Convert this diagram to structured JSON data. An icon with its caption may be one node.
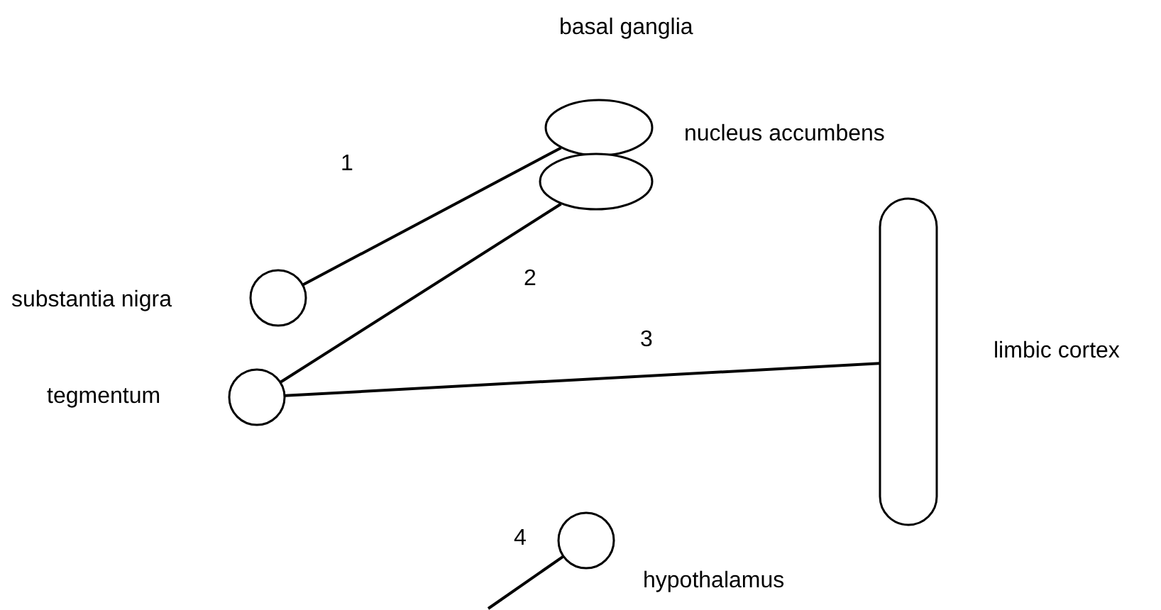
{
  "diagram": {
    "nodes": [
      {
        "text": [],
        "shape": "ellipse",
        "beside": [
          "basal ganglia"
        ]
      },
      {
        "text": [],
        "shape": "ellipse",
        "beside": [
          "nucleus accumbens"
        ]
      },
      {
        "text": [],
        "shape": "circle",
        "beside": [
          "substantia nigra"
        ]
      },
      {
        "text": [],
        "shape": "circle",
        "beside": [
          "tegmentum"
        ]
      },
      {
        "text": [],
        "shape": "pill",
        "beside": [
          "limbic cortex"
        ]
      },
      {
        "text": [],
        "shape": "circle",
        "beside": [
          "hypothalamus"
        ]
      }
    ],
    "edges": [
      {
        "from": 2,
        "to": 0,
        "arrow": "none",
        "label": "1"
      },
      {
        "from": 3,
        "to": 1,
        "arrow": "none",
        "label": "2"
      },
      {
        "from": 3,
        "to": 4,
        "arrow": "none",
        "label": "3"
      },
      {
        "from": null,
        "to": 5,
        "arrow": "none",
        "label": "4"
      }
    ]
  }
}
